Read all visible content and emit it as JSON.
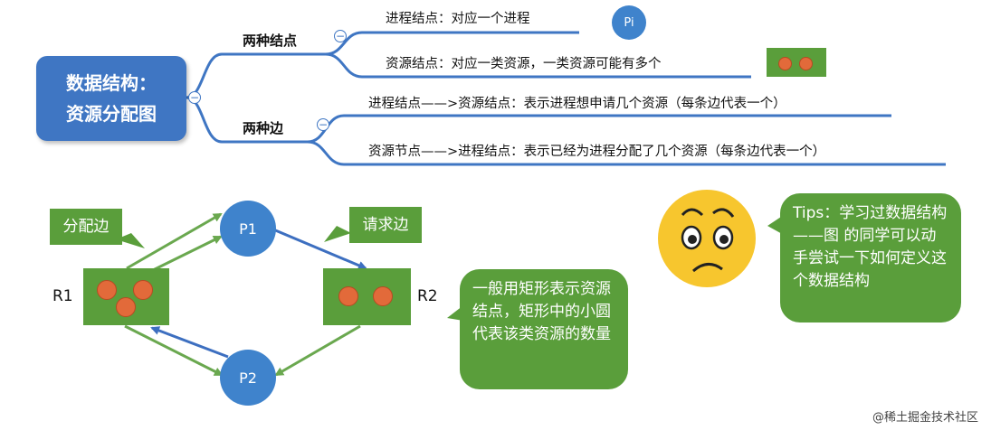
{
  "root": {
    "line1": "数据结构：",
    "line2": "资源分配图"
  },
  "branches": [
    {
      "label": "两种结点",
      "leaves": [
        {
          "text": "进程结点：对应一个进程",
          "example": "Pi"
        },
        {
          "text": "资源结点：对应一类资源，一类资源可能有多个"
        }
      ]
    },
    {
      "label": "两种边",
      "leaves": [
        {
          "text": "进程结点——>资源结点：表示进程想申请几个资源（每条边代表一个）"
        },
        {
          "text": "资源节点——>进程结点：表示已经为进程分配了几个资源（每条边代表一个）"
        }
      ]
    }
  ],
  "collapse_symbol": "−",
  "graph": {
    "processes": [
      "P1",
      "P2"
    ],
    "resources": [
      {
        "name": "R1",
        "instances": 3
      },
      {
        "name": "R2",
        "instances": 2
      }
    ],
    "callouts": {
      "allocation_edge": "分配边",
      "request_edge": "请求边"
    },
    "note": "一般用矩形表示资源结点，矩形中的小圆代表该类资源的数量",
    "colors": {
      "allocation": "#6aa84f",
      "request": "#3d6fc0",
      "process": "#3f83cc",
      "resource": "#5a9e3b",
      "instance": "#e26a3a"
    }
  },
  "tips": "Tips：学习过数据结构——图 的同学可以动手尝试一下如何定义这个数据结构",
  "face_icon": "frowning-face-icon",
  "watermark": "@稀土掘金技术社区"
}
